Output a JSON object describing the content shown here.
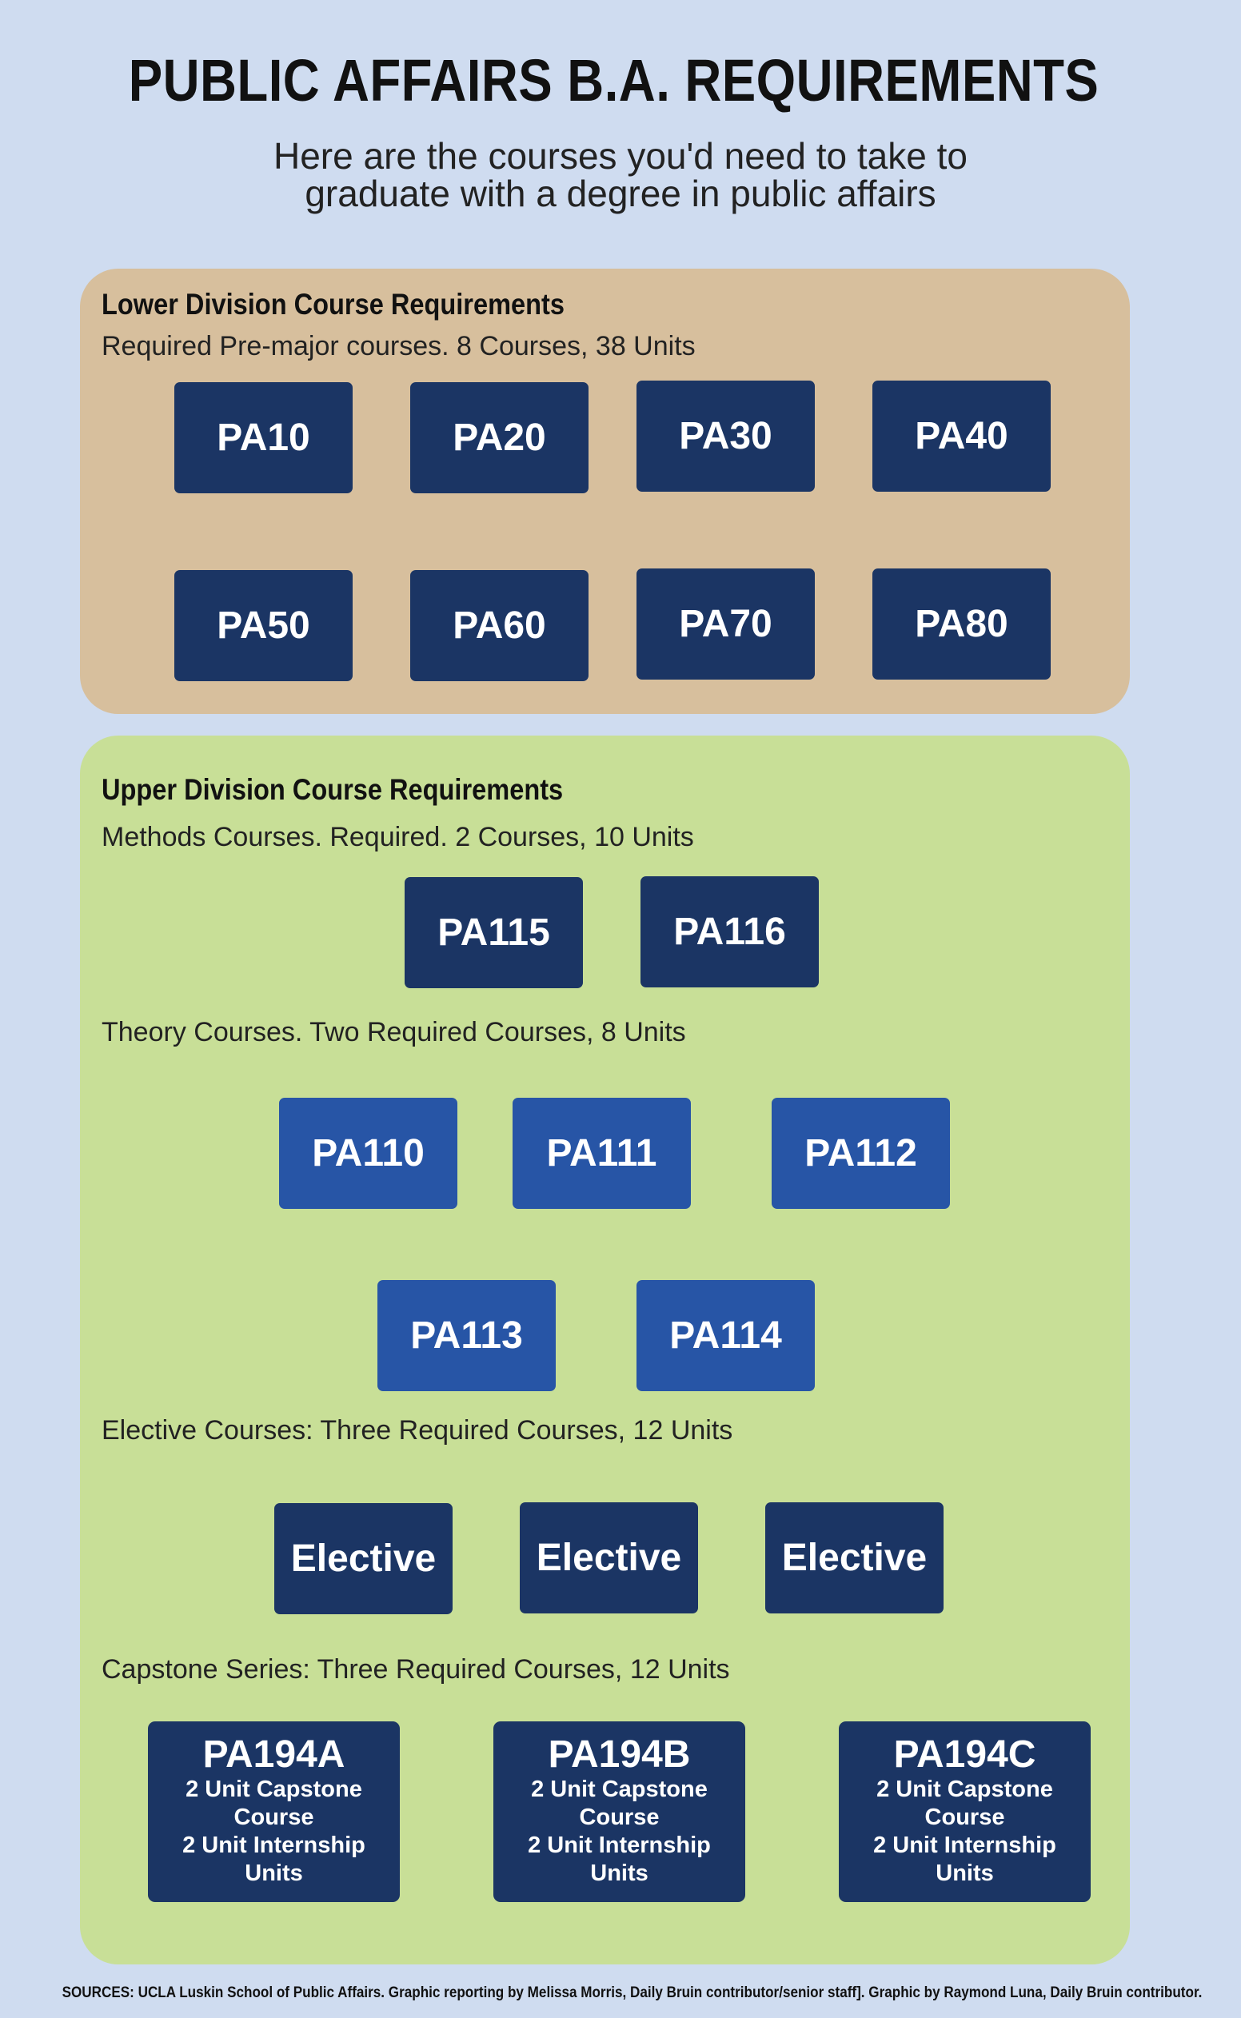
{
  "title": "PUBLIC AFFAIRS B.A. REQUIREMENTS",
  "subtitle": {
    "line1": "Here are the courses you'd need to take to",
    "line2": "graduate with a degree in public affairs"
  },
  "lower": {
    "heading": "Lower Division Course Requirements",
    "desc": "Required Pre-major courses. 8 Courses, 38 Units",
    "courses": [
      "PA10",
      "PA20",
      "PA30",
      "PA40",
      "PA50",
      "PA60",
      "PA70",
      "PA80"
    ]
  },
  "upper": {
    "heading": "Upper Division Course Requirements",
    "methods": {
      "desc": "Methods Courses. Required. 2 Courses, 10 Units",
      "courses": [
        "PA115",
        "PA116"
      ]
    },
    "theory": {
      "desc": "Theory Courses. Two Required Courses, 8 Units",
      "courses": [
        "PA110",
        "PA111",
        "PA112",
        "PA113",
        "PA114"
      ]
    },
    "elective": {
      "desc": "Elective Courses: Three Required Courses, 12 Units",
      "courses": [
        "Elective",
        "Elective",
        "Elective"
      ]
    },
    "capstone": {
      "desc": "Capstone Series: Three Required Courses, 12 Units",
      "courses": [
        {
          "code": "PA194A",
          "l1": "2 Unit Capstone",
          "l2": "Course",
          "l3": "2 Unit Internship",
          "l4": "Units"
        },
        {
          "code": "PA194B",
          "l1": "2 Unit Capstone",
          "l2": "Course",
          "l3": "2 Unit Internship",
          "l4": "Units"
        },
        {
          "code": "PA194C",
          "l1": "2 Unit Capstone",
          "l2": "Course",
          "l3": "2 Unit Internship",
          "l4": "Units"
        }
      ]
    }
  },
  "sources": "SOURCES: UCLA Luskin School of Public Affairs. Graphic reporting by Melissa Morris, Daily Bruin contributor/senior staff]. Graphic by Raymond Luna, Daily Bruin contributor.",
  "colors": {
    "background": "#cfdcf0",
    "lower_panel": "#d7bf9d",
    "upper_panel": "#c8df97",
    "dark_box": "#1b3564",
    "theory_box": "#2755a6"
  }
}
